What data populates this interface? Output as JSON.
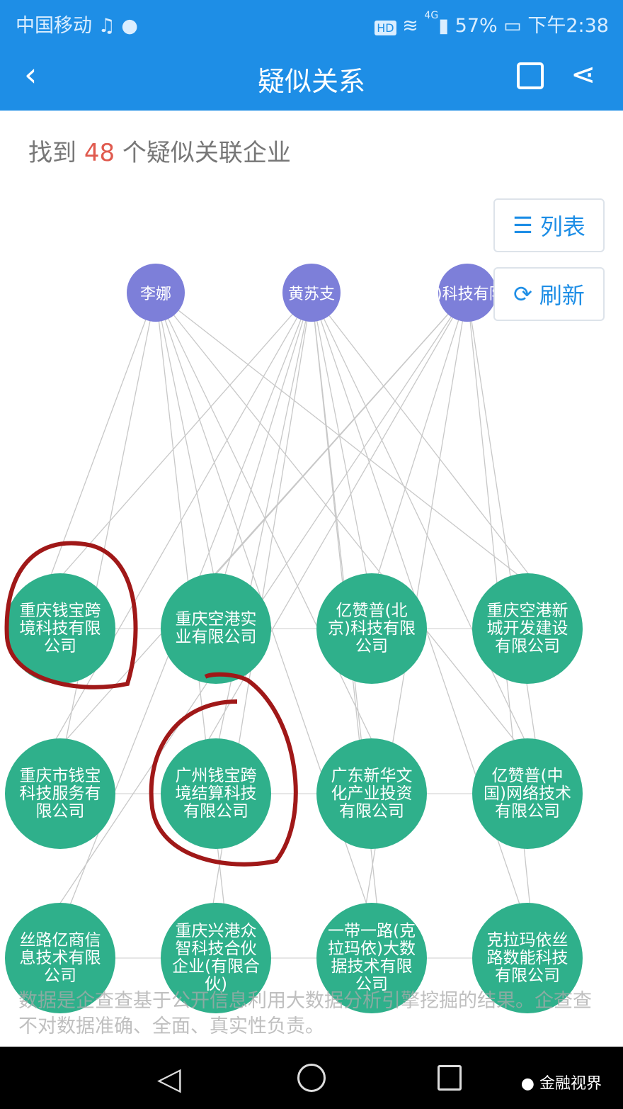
{
  "status_bar": {
    "carrier": "中国移动",
    "time": "下午2:38",
    "battery": "57%",
    "network": "4G",
    "hd": "HD"
  },
  "header": {
    "title": "疑似关系",
    "back_icon": "chevron-left-icon",
    "save_icon": "save-icon",
    "share_icon": "share-icon"
  },
  "summary": {
    "prefix": "找到",
    "count": "48",
    "suffix": "个疑似关联企业"
  },
  "buttons": {
    "list": "列表",
    "refresh": "刷新"
  },
  "persons": [
    {
      "label": "李娜"
    },
    {
      "label": "黄苏支"
    },
    {
      "label": "(北京)科技有限公司"
    }
  ],
  "companies": [
    {
      "label": "重庆钱宝跨境科技有限公司"
    },
    {
      "label": "重庆空港实业有限公司"
    },
    {
      "label": "亿赞普(北京)科技有限公司"
    },
    {
      "label": "重庆空港新城开发建设有限公司"
    },
    {
      "label": "重庆市钱宝科技服务有限公司"
    },
    {
      "label": "广州钱宝跨境结算科技有限公司"
    },
    {
      "label": "广东新华文化产业投资有限公司"
    },
    {
      "label": "亿赞普(中国)网络技术有限公司"
    },
    {
      "label": "丝路亿商信息技术有限公司"
    },
    {
      "label": "重庆兴港众智科技合伙企业(有限合伙)"
    },
    {
      "label": "一带一路(克拉玛依)大数据技术有限公司"
    },
    {
      "label": "克拉玛依丝路数能科技有限公司"
    }
  ],
  "disclaimer": "数据是企查查基于公开信息利用大数据分析引擎挖掘的结果。企查查不对数据准确、全面、真实性负责。",
  "watermark": "金融视界",
  "colors": {
    "header": "#1e8ee6",
    "person": "#7d7fd9",
    "company": "#2fb08b",
    "count": "#e05a4e",
    "annotation": "#a01818"
  }
}
